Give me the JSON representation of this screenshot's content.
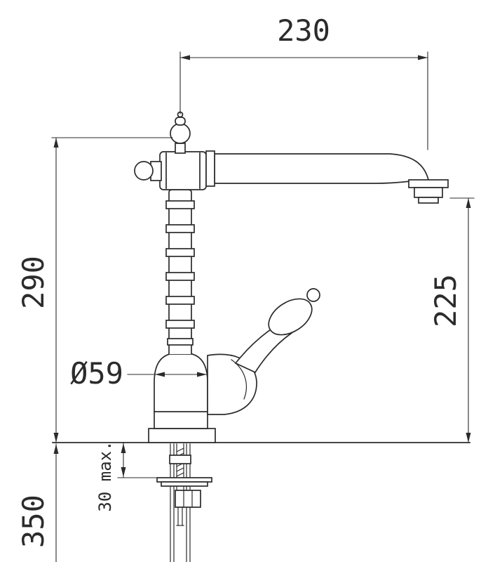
{
  "page": {
    "background": "#ffffff",
    "line_color": "#2b2b2b",
    "text_color": "#2b2b2b"
  },
  "dimensions": {
    "spout_reach": "230",
    "faucet_height": "290",
    "outlet_height": "225",
    "base_diameter": "Ø59",
    "deck_thickness": "30 max.",
    "under_deck_length": "350"
  }
}
